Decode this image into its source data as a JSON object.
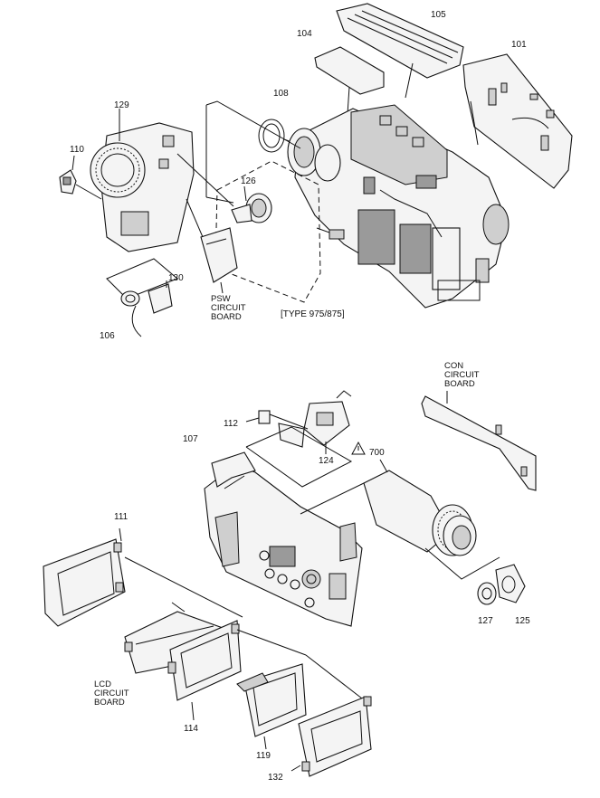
{
  "labels": {
    "p104": "104",
    "p105": "105",
    "p101": "101",
    "p108": "108",
    "p129": "129",
    "p110": "110",
    "p126": "126",
    "p130": "130",
    "p106": "106",
    "psw": "PSW\nCIRCUIT\nBOARD",
    "type": "[TYPE 975/875]",
    "con": "CON\nCIRCUIT\nBOARD",
    "p112": "112",
    "p107": "107",
    "p700": "700",
    "p124": "124",
    "p111": "111",
    "p127": "127",
    "p125": "125",
    "lcd": "LCD\nCIRCUIT\nBOARD",
    "p114": "114",
    "p119": "119",
    "p132": "132"
  }
}
